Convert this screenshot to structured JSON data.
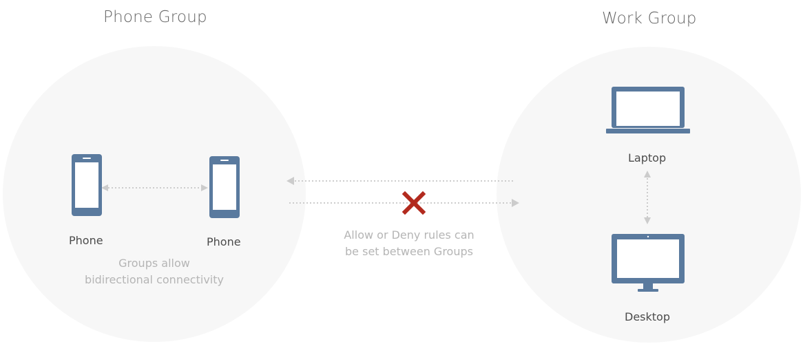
{
  "groups": {
    "phone": {
      "title": "Phone Group",
      "devices": [
        {
          "label": "Phone",
          "icon": "phone-icon"
        },
        {
          "label": "Phone",
          "icon": "phone-icon"
        }
      ],
      "note": [
        "Groups allow",
        "bidirectional connectivity"
      ]
    },
    "work": {
      "title": "Work Group",
      "devices": [
        {
          "label": "Laptop",
          "icon": "laptop-icon"
        },
        {
          "label": "Desktop",
          "icon": "desktop-icon"
        }
      ]
    }
  },
  "between_groups": {
    "note": [
      "Allow or Deny rules can",
      "be set between Groups"
    ],
    "deny_icon": "cross-icon"
  },
  "colors": {
    "device": "#5a7a9e",
    "circle": "#f7f7f7",
    "arrow": "#cccccc",
    "deny": "#b22a1e"
  }
}
